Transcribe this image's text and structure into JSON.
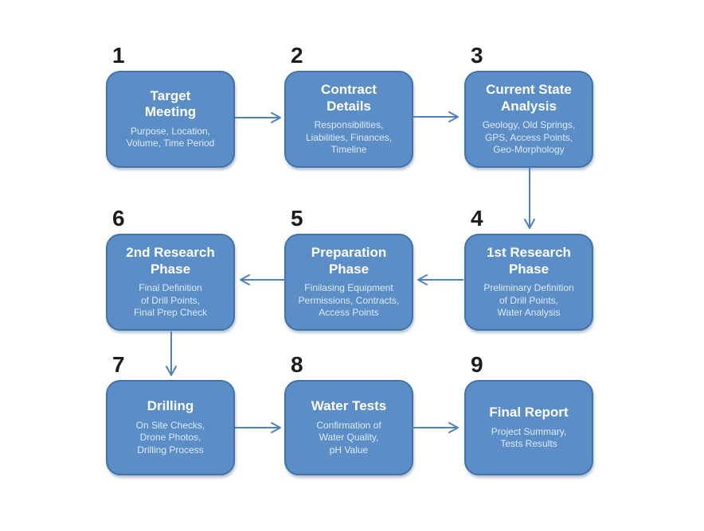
{
  "diagram": {
    "type": "flowchart",
    "background_color": "#ffffff",
    "node_fill_color": "#5b8dc6",
    "node_border_color": "#4173a8",
    "arrow_color": "#4e82be",
    "title_color": "#ffffff",
    "subtitle_color": "#dfeaf6",
    "number_color": "#1c1c1c",
    "nodes": [
      {
        "number": "1",
        "title": "Target\nMeeting",
        "subtitle": "Purpose, Location,\nVolume, Time Period"
      },
      {
        "number": "2",
        "title": "Contract\nDetails",
        "subtitle": "Responsibilities,\nLiabilities, Finances,\nTimeline"
      },
      {
        "number": "3",
        "title": "Current State\nAnalysis",
        "subtitle": "Geology, Old Springs,\nGPS, Access Points,\nGeo-Morphology"
      },
      {
        "number": "4",
        "title": "1st Research\nPhase",
        "subtitle": "Preliminary Definition\nof Drill Points,\nWater Analysis"
      },
      {
        "number": "5",
        "title": "Preparation\nPhase",
        "subtitle": "Finilasing Equipment\nPermissions, Contracts,\nAccess Points"
      },
      {
        "number": "6",
        "title": "2nd Research\nPhase",
        "subtitle": "Final Definition\nof Drill Points,\nFinal Prep Check"
      },
      {
        "number": "7",
        "title": "Drilling",
        "subtitle": "On Site Checks,\nDrone Photos,\nDrilling Process"
      },
      {
        "number": "8",
        "title": "Water Tests",
        "subtitle": "Confirmation of\nWater Quality,\npH Value"
      },
      {
        "number": "9",
        "title": "Final Report",
        "subtitle": "Project Summary,\nTests Results"
      }
    ],
    "edges": [
      {
        "from": "1",
        "to": "2",
        "direction": "right"
      },
      {
        "from": "2",
        "to": "3",
        "direction": "right"
      },
      {
        "from": "3",
        "to": "4",
        "direction": "down"
      },
      {
        "from": "4",
        "to": "5",
        "direction": "left"
      },
      {
        "from": "5",
        "to": "6",
        "direction": "left"
      },
      {
        "from": "6",
        "to": "7",
        "direction": "down"
      },
      {
        "from": "7",
        "to": "8",
        "direction": "right"
      },
      {
        "from": "8",
        "to": "9",
        "direction": "right"
      }
    ]
  }
}
